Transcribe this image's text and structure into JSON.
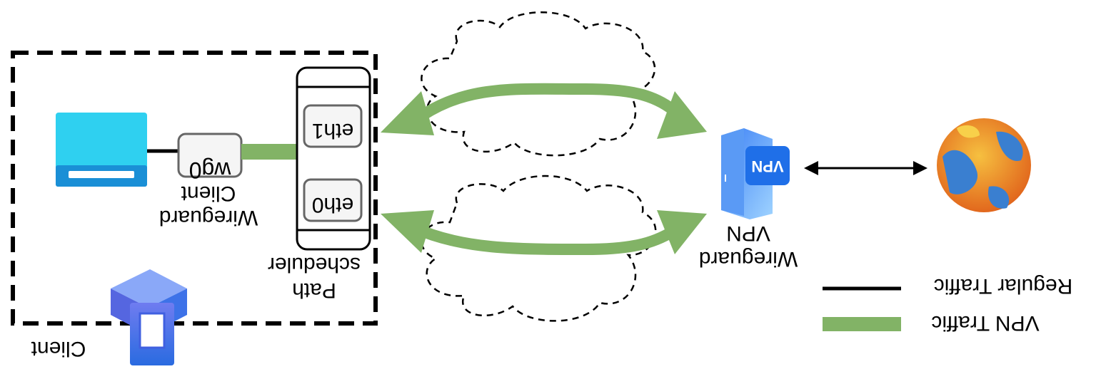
{
  "client_box": {
    "label": "Client"
  },
  "client_wireguard": {
    "line1": "Client",
    "line2": "Wireguard"
  },
  "interfaces": {
    "wg0": "wg0",
    "eth0": "eth0",
    "eth1": "eth1"
  },
  "path_scheduler": {
    "line1": "Path",
    "line2": "scheduler"
  },
  "vpn_server": {
    "badge": "VPN",
    "line1": "VPN",
    "line2": "Wireguard"
  },
  "legend": {
    "regular": "Regular Traffic",
    "vpn": "VPN Traffic"
  },
  "colors": {
    "vpn_traffic": "#82b366",
    "regular_traffic": "#000000",
    "laptop": "#2fd0f0",
    "laptop_base": "#1a8fd6",
    "interface_fill": "#f5f5f5",
    "interface_stroke": "#666666",
    "globe_orange": "#f0a020",
    "globe_blue": "#3a7fd0"
  },
  "icons": {
    "laptop": "laptop-icon",
    "client_device": "client-device-icon",
    "vpn_server": "vpn-server-icon",
    "internet": "globe-icon"
  }
}
